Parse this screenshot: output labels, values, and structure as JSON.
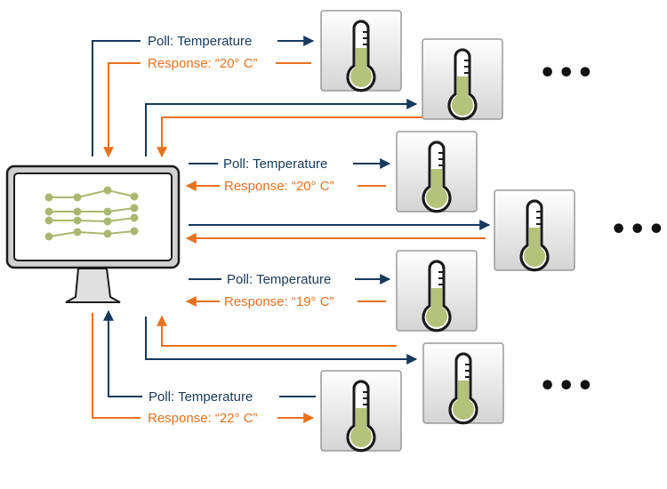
{
  "colors": {
    "poll": "#16395c",
    "response": "#e8711d",
    "sensor_fill": "#b5c27a",
    "monitor_plot": "#a9b86f"
  },
  "icons": {
    "monitor": "computer-monitor-icon",
    "sensor": "thermometer-icon",
    "more": "ellipsis-icon"
  },
  "labels": {
    "poll_top": "Poll: Temperature",
    "resp_top": "Response: “20° C”",
    "poll_mid1": "Poll: Temperature",
    "resp_mid1": "Response: “20° C”",
    "poll_mid2": "Poll: Temperature",
    "resp_mid2": "Response: “19° C”",
    "poll_bot": "Poll: Temperature",
    "resp_bot": "Response: “22° C”",
    "more_row1": "•••",
    "more_row2": "•••",
    "more_row3": "•••"
  }
}
